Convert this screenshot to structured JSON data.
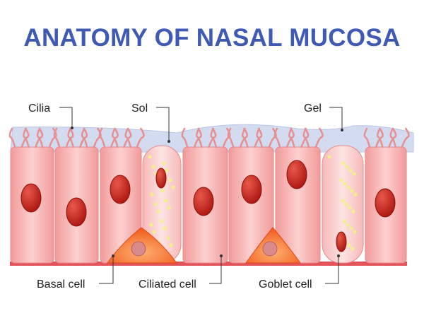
{
  "title": "ANATOMY OF NASAL MUCOSA",
  "labels": {
    "cilia": "Cilia",
    "sol": "Sol",
    "gel": "Gel",
    "basal_cell": "Basal cell",
    "ciliated_cell": "Ciliated cell",
    "goblet_cell": "Goblet cell"
  },
  "colors": {
    "title": "#3f5ab4",
    "cell": "#f7b3b3",
    "nucleus": "#c0201a",
    "basal": "#f36a1c",
    "mucus": "#cfd8f0",
    "granule": "#f2f08a"
  }
}
